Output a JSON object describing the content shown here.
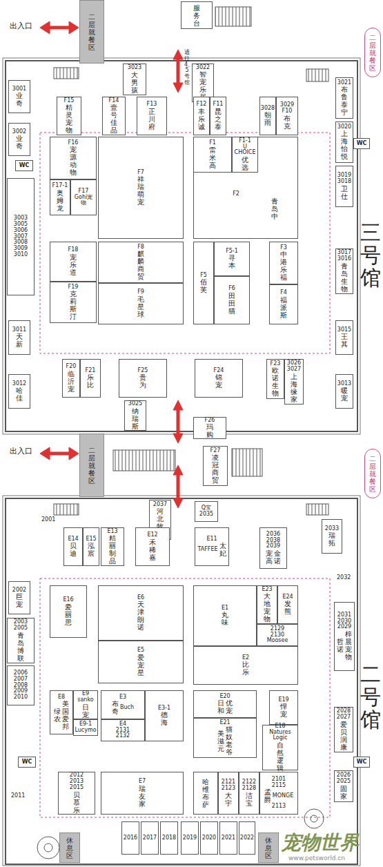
{
  "diagram": {
    "nodes": [
      {
        "text": [
          "服务台"
        ]
      },
      {
        "text": [
          "二层就餐区"
        ]
      },
      {
        "text": [
          "二层就餐区"
        ]
      },
      {
        "text": [
          "3023",
          "大男孩"
        ]
      },
      {
        "text": [
          "3022",
          "智宠乐居"
        ]
      },
      {
        "text": [
          "3021",
          "布鲁泰宁"
        ]
      },
      {
        "text": [
          "3001",
          "业奇"
        ]
      },
      {
        "text": [
          "F15",
          "精灵宠物"
        ]
      },
      {
        "text": [
          "F14",
          "壹号佳品"
        ]
      },
      {
        "text": [
          "F13",
          "正川府"
        ]
      },
      {
        "text": [
          "F12",
          "丰乐诚"
        ]
      },
      {
        "text": [
          "F11",
          "昆之泰"
        ]
      },
      {
        "text": [
          "3028",
          "朝雨"
        ]
      },
      {
        "text": [
          "3029",
          "F10",
          "布克"
        ]
      },
      {
        "text": [
          "3002",
          "业奇"
        ]
      },
      {
        "text": [
          "WC"
        ]
      },
      {
        "text": [
          "3020",
          "上海怡悦"
        ]
      },
      {
        "text": [
          "WC"
        ]
      },
      {
        "text": [
          "F16",
          "宠源动物"
        ]
      },
      {
        "text": [
          "F17-1",
          "奥姆龙"
        ]
      },
      {
        "text": [
          "F17",
          "Gohi宠物"
        ]
      },
      {
        "text": [
          "F7",
          "祥瑞萌宠"
        ]
      },
      {
        "text": [
          "F2",
          "青岛中"
        ]
      },
      {
        "text": [
          "F1",
          "雷米高"
        ],
        "in": 22
      },
      {
        "text": [
          "F1-1",
          "U CHOICE",
          "优选"
        ],
        "in": 22
      },
      {
        "text": [
          "3019",
          "3018",
          "卫仕"
        ]
      },
      {
        "text": [
          "3003",
          "3005",
          "3006",
          "3007",
          "3008",
          "3009",
          "3010"
        ]
      },
      {
        "text": [
          "F18",
          "宠乐道"
        ]
      },
      {
        "text": [
          "F19",
          "克莉斯汀"
        ]
      },
      {
        "text": [
          "F8",
          "麒麟商贸"
        ]
      },
      {
        "text": [
          "F9",
          "毛星球"
        ]
      },
      {
        "text": [
          "F5",
          "佰芙"
        ]
      },
      {
        "text": [
          "F5-1",
          "寻本"
        ]
      },
      {
        "text": [
          "F6",
          "田田猫"
        ]
      },
      {
        "text": [
          "F3",
          "中港乐福"
        ]
      },
      {
        "text": [
          "F4",
          "福派斯"
        ]
      },
      {
        "text": [
          "3017",
          "3016",
          "青岛生物"
        ]
      },
      {
        "text": [
          "3011",
          "天新"
        ]
      },
      {
        "text": [
          "3015",
          "王其"
        ]
      },
      {
        "text": [
          "F20",
          "临沂宠"
        ]
      },
      {
        "text": [
          "F21",
          "乐比"
        ]
      },
      {
        "text": [
          "F25",
          "贵为"
        ]
      },
      {
        "text": [
          "F24",
          "锦宠"
        ]
      },
      {
        "text": [
          "F23",
          "欧诺生物"
        ]
      },
      {
        "text": [
          "3026",
          "3027",
          "上海缘家"
        ]
      },
      {
        "text": [
          "3012",
          "哈佳"
        ]
      },
      {
        "text": [
          "3013",
          "暖宠"
        ]
      },
      {
        "text": [
          "3025",
          "纳瑞斯"
        ]
      },
      {
        "text": [
          "F26",
          "玛购"
        ]
      },
      {
        "text": [
          "二层就餐区"
        ]
      },
      {
        "text": [
          "二层就餐区"
        ]
      },
      {
        "text": [
          "F27",
          "凌冠商贸"
        ]
      },
      {
        "text": [
          "2037",
          "河北牧豹"
        ]
      },
      {
        "text": [
          "Q宝",
          "2035"
        ]
      },
      {
        "text": [
          "E14",
          "贝迪"
        ]
      },
      {
        "text": [
          "E15",
          "泓宸"
        ]
      },
      {
        "text": [
          "E13",
          "精丽制品"
        ]
      },
      {
        "text": [
          "E12",
          "禾稀嘉"
        ]
      },
      {
        "text": [
          "E11",
          "TAFFEE",
          "太妃"
        ]
      },
      {
        "text": [
          "2036",
          "2038",
          "2039",
          "宠高",
          "金诺"
        ]
      },
      {
        "text": [
          "2033",
          "瑞拓"
        ]
      },
      {
        "text": [
          "2002",
          "巨宠"
        ]
      },
      {
        "text": [
          "E16",
          "爱丽思"
        ]
      },
      {
        "text": [
          "E6",
          "天津朗诺"
        ]
      },
      {
        "text": [
          "E5",
          "爱宠星"
        ]
      },
      {
        "text": [
          "E1",
          "丸味"
        ]
      },
      {
        "text": [
          "E23",
          "大地宠物"
        ]
      },
      {
        "text": [
          "E24",
          "发熊"
        ]
      },
      {
        "text": [
          "2129",
          "2130",
          "Moosee"
        ]
      },
      {
        "text": [
          "E2",
          "比乐"
        ]
      },
      {
        "text": [
          "2003",
          "2005",
          "青岛博联"
        ]
      },
      {
        "text": [
          "2006",
          "2007",
          "2008",
          "2009",
          "2010"
        ]
      },
      {
        "text": [
          "2031",
          "2030",
          "2029",
          "哲诺",
          "梓晨宠物"
        ]
      },
      {
        "text": [
          "E8",
          "绿农",
          "美国爱邦"
        ]
      },
      {
        "text": [
          "E9",
          "sanko",
          "日宠"
        ]
      },
      {
        "text": [
          "E9-1",
          "Lucymo"
        ]
      },
      {
        "text": [
          "E3",
          "布奇",
          "Buch"
        ]
      },
      {
        "text": [
          "E4",
          "2131",
          "2132"
        ]
      },
      {
        "text": [
          "E3-1",
          "德海"
        ]
      },
      {
        "text": [
          "E20",
          "日和",
          "优宠"
        ]
      },
      {
        "text": [
          "E21",
          "美滋元",
          "猫奴老爷"
        ]
      },
      {
        "text": [
          "E19",
          "悍宠"
        ]
      },
      {
        "text": [
          "E18",
          "Natures Logic",
          "自然逻辑"
        ]
      },
      {
        "text": [
          "2028",
          "2027",
          "爱贝润康"
        ]
      },
      {
        "text": [
          "WC"
        ]
      },
      {
        "text": [
          "WC"
        ]
      },
      {
        "text": [
          "2026",
          "2025",
          "固家"
        ]
      },
      {
        "text": [
          "2012",
          "2013",
          "2015",
          "贝慕乐"
        ]
      },
      {
        "text": [
          "E7",
          "瑞友家"
        ]
      },
      {
        "text": [
          "哈维布萨"
        ]
      },
      {
        "text": [
          "2121",
          "2123",
          "大宇"
        ]
      },
      {
        "text": [
          "2122",
          "2128",
          "洁宝"
        ]
      },
      {
        "text": [
          "2101",
          "2115",
          "孟爵",
          "MONGE",
          "2113"
        ]
      },
      {
        "text": [
          "2016"
        ]
      },
      {
        "text": [
          "2017"
        ]
      },
      {
        "text": [
          "2018"
        ]
      },
      {
        "text": [
          "2019"
        ]
      },
      {
        "text": [
          "2020"
        ]
      },
      {
        "text": [
          "2021"
        ]
      },
      {
        "text": [
          "2022"
        ]
      },
      {
        "text": [
          "休息区"
        ]
      },
      {
        "text": [
          "休息区"
        ]
      }
    ],
    "labels": [
      "出入口",
      "出入口",
      "通往4、5号馆",
      "三号馆",
      "二号馆",
      "2001",
      "2032",
      "2011",
      "宠物世界",
      "www.petsworld.cn"
    ]
  }
}
